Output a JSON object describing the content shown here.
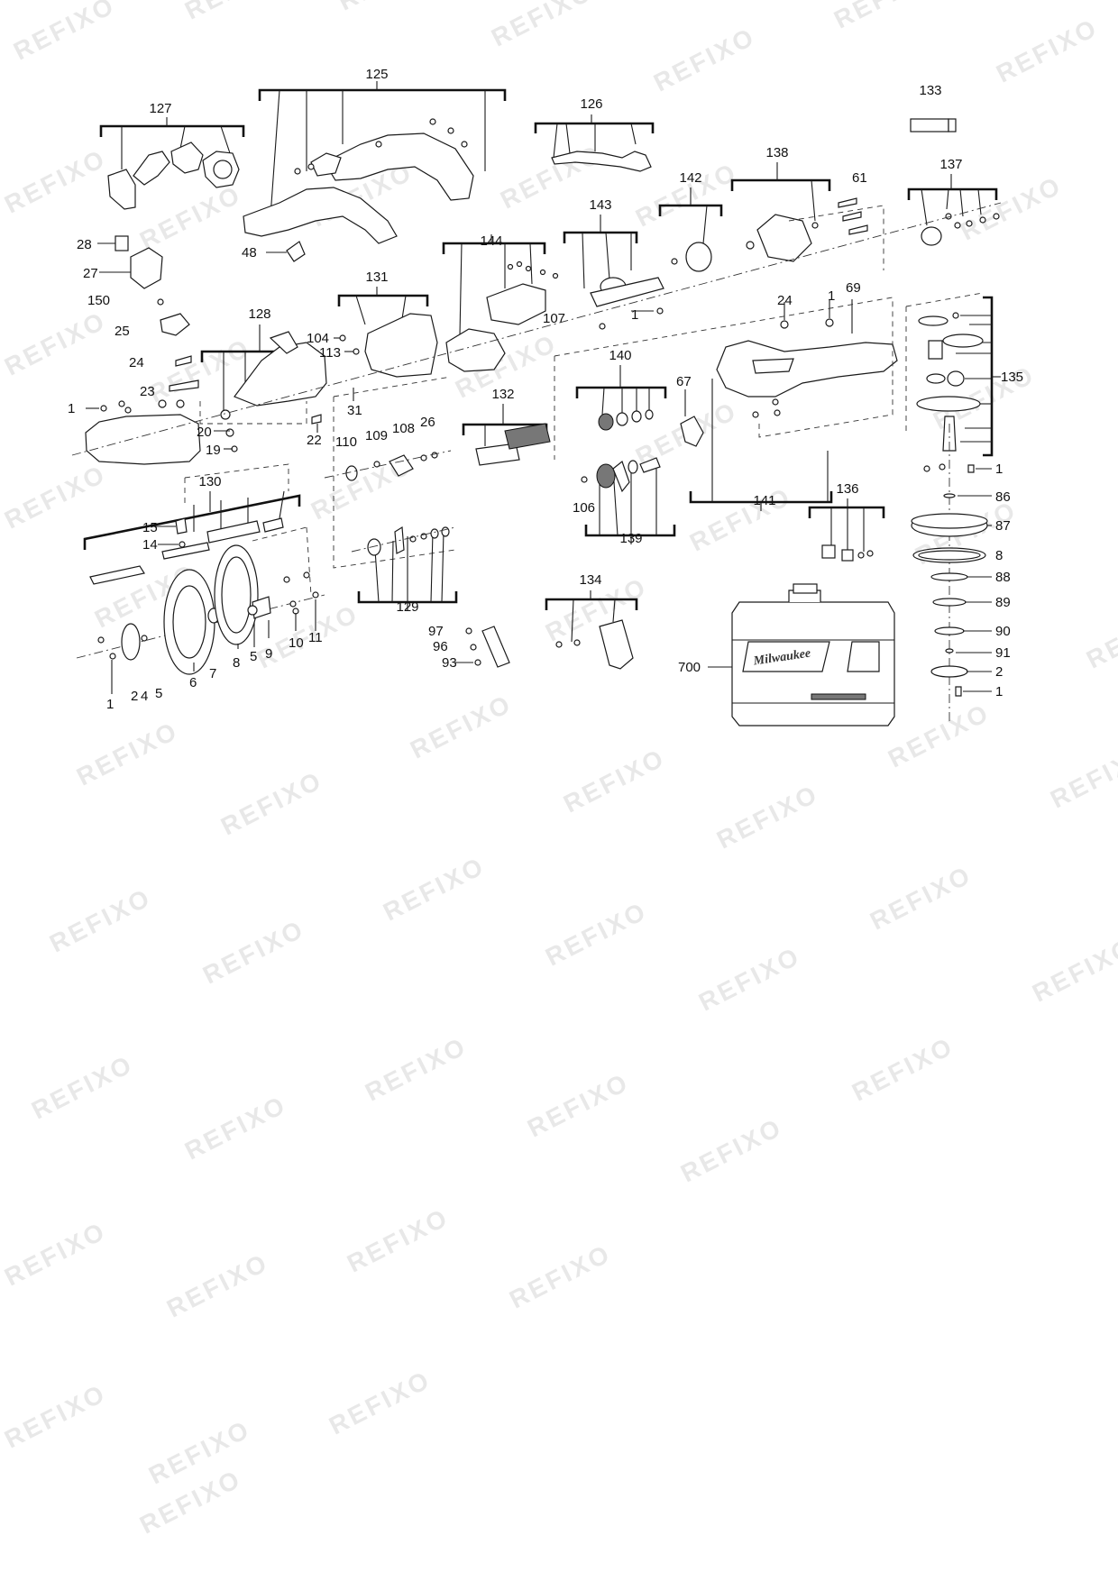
{
  "watermark": {
    "text": "REFIXO",
    "color": "#9a9a9a"
  },
  "diagram": {
    "brand_text": "Milwaukee",
    "callouts": {
      "c1_left": "1",
      "c1_tool": "1",
      "c1_bottom": "1",
      "c1_right_a": "1",
      "c1_right_b": "1",
      "c1_mid": "1",
      "c2": "2",
      "c2_bottom": "2",
      "c4_bottom": "4",
      "c5_bottom": "5",
      "c5": "5",
      "c6": "6",
      "c7": "7",
      "c8_left": "8",
      "c8_right": "8",
      "c9": "9",
      "c10": "10",
      "c11": "11",
      "c14": "14",
      "c15": "15",
      "c19": "19",
      "c20": "20",
      "c22": "22",
      "c23": "23",
      "c24_left": "24",
      "c24_right": "24",
      "c25": "25",
      "c26": "26",
      "c27": "27",
      "c28": "28",
      "c31": "31",
      "c48": "48",
      "c61": "61",
      "c67": "67",
      "c69": "69",
      "c86": "86",
      "c87": "87",
      "c88": "88",
      "c89": "89",
      "c90": "90",
      "c91": "91",
      "c93": "93",
      "c96": "96",
      "c97": "97",
      "c104": "104",
      "c106": "106",
      "c107": "107",
      "c108": "108",
      "c109": "109",
      "c110": "110",
      "c113": "113",
      "c125": "125",
      "c126": "126",
      "c127": "127",
      "c128": "128",
      "c129": "129",
      "c130": "130",
      "c131": "131",
      "c132": "132",
      "c133": "133",
      "c134": "134",
      "c135": "135",
      "c136": "136",
      "c137": "137",
      "c138": "138",
      "c139": "139",
      "c140": "140",
      "c141": "141",
      "c142": "142",
      "c143": "143",
      "c144": "144",
      "c150": "150",
      "c700": "700"
    }
  }
}
